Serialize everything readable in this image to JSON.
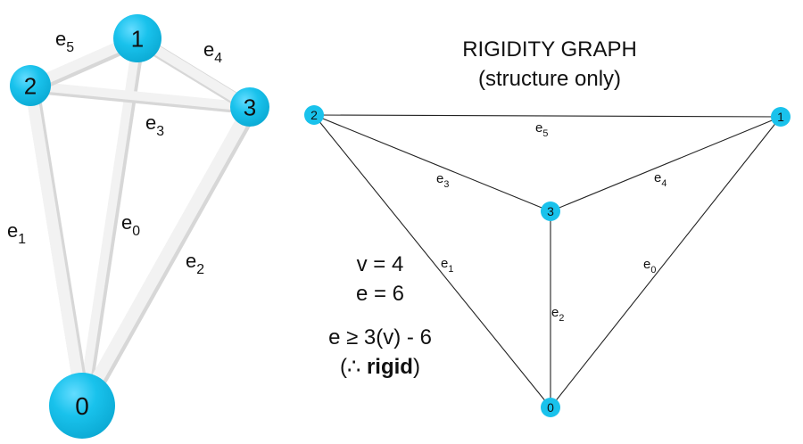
{
  "title": {
    "line1": "RIGIDITY GRAPH",
    "line2": "(structure only)"
  },
  "colors": {
    "node": "#19c2ec",
    "edge_line": "#222222",
    "bar": "#f2f2f2",
    "bar_shade": "#d7d7d7"
  },
  "model": {
    "nodes": [
      {
        "id": "0",
        "label": "0"
      },
      {
        "id": "1",
        "label": "1"
      },
      {
        "id": "2",
        "label": "2"
      },
      {
        "id": "3",
        "label": "3"
      }
    ],
    "edges": [
      {
        "id": "e0",
        "base": "e",
        "sub": "0"
      },
      {
        "id": "e1",
        "base": "e",
        "sub": "1"
      },
      {
        "id": "e2",
        "base": "e",
        "sub": "2"
      },
      {
        "id": "e3",
        "base": "e",
        "sub": "3"
      },
      {
        "id": "e4",
        "base": "e",
        "sub": "4"
      },
      {
        "id": "e5",
        "base": "e",
        "sub": "5"
      }
    ]
  },
  "graph": {
    "nodes": [
      {
        "id": "0",
        "label": "0"
      },
      {
        "id": "1",
        "label": "1"
      },
      {
        "id": "2",
        "label": "2"
      },
      {
        "id": "3",
        "label": "3"
      }
    ],
    "edges": [
      {
        "id": "e0",
        "base": "e",
        "sub": "0",
        "from": "0",
        "to": "1"
      },
      {
        "id": "e1",
        "base": "e",
        "sub": "1",
        "from": "0",
        "to": "2"
      },
      {
        "id": "e2",
        "base": "e",
        "sub": "2",
        "from": "0",
        "to": "3"
      },
      {
        "id": "e3",
        "base": "e",
        "sub": "3",
        "from": "2",
        "to": "3"
      },
      {
        "id": "e4",
        "base": "e",
        "sub": "4",
        "from": "1",
        "to": "3"
      },
      {
        "id": "e5",
        "base": "e",
        "sub": "5",
        "from": "1",
        "to": "2"
      }
    ]
  },
  "stats": {
    "v_line": "v = 4",
    "e_line": "e = 6",
    "inequality": "e ≥ 3(v) - 6",
    "conclusion_open": "(∴ ",
    "conclusion_bold": "rigid",
    "conclusion_close": ")"
  }
}
